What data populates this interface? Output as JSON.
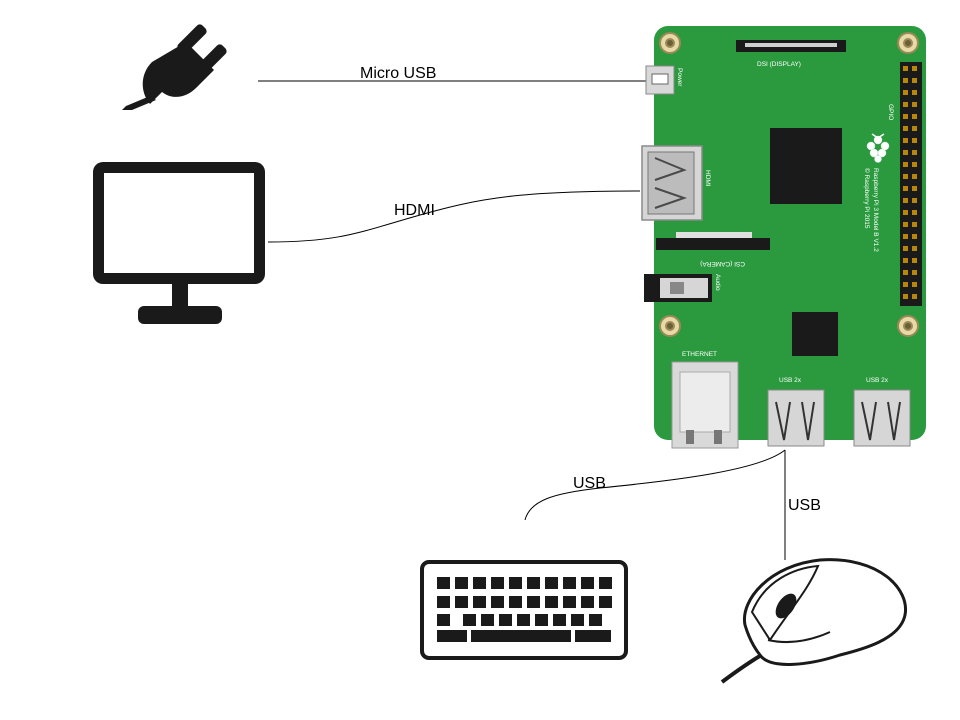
{
  "connections": {
    "power": "Micro USB",
    "display": "HDMI",
    "keyboard": "USB",
    "mouse": "USB"
  },
  "board": {
    "dsi_label": "DSI (DISPLAY)",
    "power_label": "Power",
    "gpio_label": "GPIO",
    "hdmi_label": "HDMI",
    "csi_label": "CSI (CAMERA)",
    "audio_label": "Audio",
    "ethernet_label": "ETHERNET",
    "usb_label_1": "USB 2x",
    "usb_label_2": "USB 2x",
    "model_text": "Raspberry Pi 3 Model B V1.2",
    "copyright_text": "© Raspberry Pi 2015"
  },
  "colors": {
    "pcb": "#2b9a3f",
    "icon": "#1a1a1a",
    "line": "#000000"
  },
  "icons": [
    "power-plug-icon",
    "monitor-icon",
    "keyboard-icon",
    "mouse-icon",
    "raspberry-logo-icon"
  ]
}
